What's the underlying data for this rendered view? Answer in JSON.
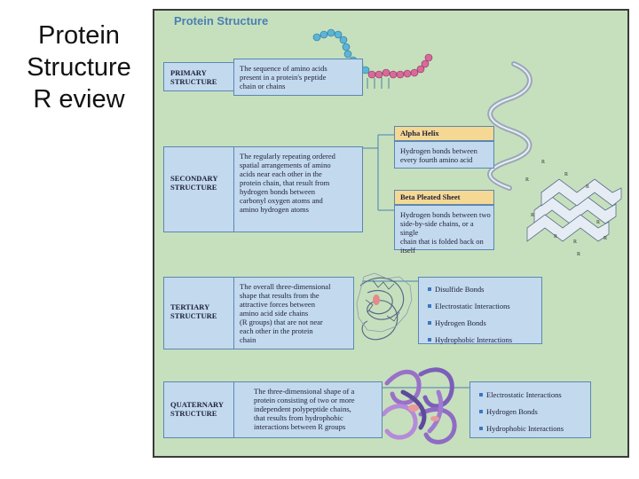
{
  "slide": {
    "title": "Protein\nStructure\nR eview"
  },
  "panel": {
    "title": "Protein Structure"
  },
  "primary": {
    "label": "PRIMARY\nSTRUCTURE",
    "description": "The sequence of amino acids\npresent in a protein's peptide\nchain or chains"
  },
  "secondary": {
    "label": "SECONDARY\nSTRUCTURE",
    "description": "The regularly repeating ordered\nspatial arrangements of amino\nacids near each other in the\nprotein chain, that result from\nhydrogen bonds between\ncarbonyl oxygen atoms and\namino hydrogen atoms",
    "alpha_header": "Alpha Helix",
    "alpha_description": "Hydrogen bonds between\nevery fourth amino acid",
    "beta_header": "Beta Pleated Sheet",
    "beta_description": "Hydrogen bonds between two\nside-by-side chains, or a single\nchain that is folded back on\nitself",
    "sheet_group_letter": "R"
  },
  "tertiary": {
    "label": "TERTIARY\nSTRUCTURE",
    "description": "The overall three-dimensional\nshape that results from the\nattractive forces between\namino acid side chains\n(R groups) that are not near\neach other in the protein\nchain",
    "items": [
      "Disulfide Bonds",
      "Electrostatic Interactions",
      "Hydrogen Bonds",
      "Hydrophobic Interactions"
    ]
  },
  "quaternary": {
    "label": "QUATERNARY\nSTRUCTURE",
    "description": "The three-dimensional shape of a\nprotein consisting of two or more\nindependent polypeptide chains,\nthat results from hydrophobic\ninteractions between R groups",
    "items": [
      "Electrostatic Interactions",
      "Hydrogen Bonds",
      "Hydrophobic Interactions"
    ]
  },
  "colors": {
    "panel_bg": "#c6e0be",
    "box_bg": "#c2d9ee",
    "header_bg": "#f4d893",
    "title_blue": "#4a7fb0",
    "chain_cyan": "#5ab6d8",
    "chain_pink": "#d86a9a",
    "helix_gray": "#9aa7b8"
  }
}
